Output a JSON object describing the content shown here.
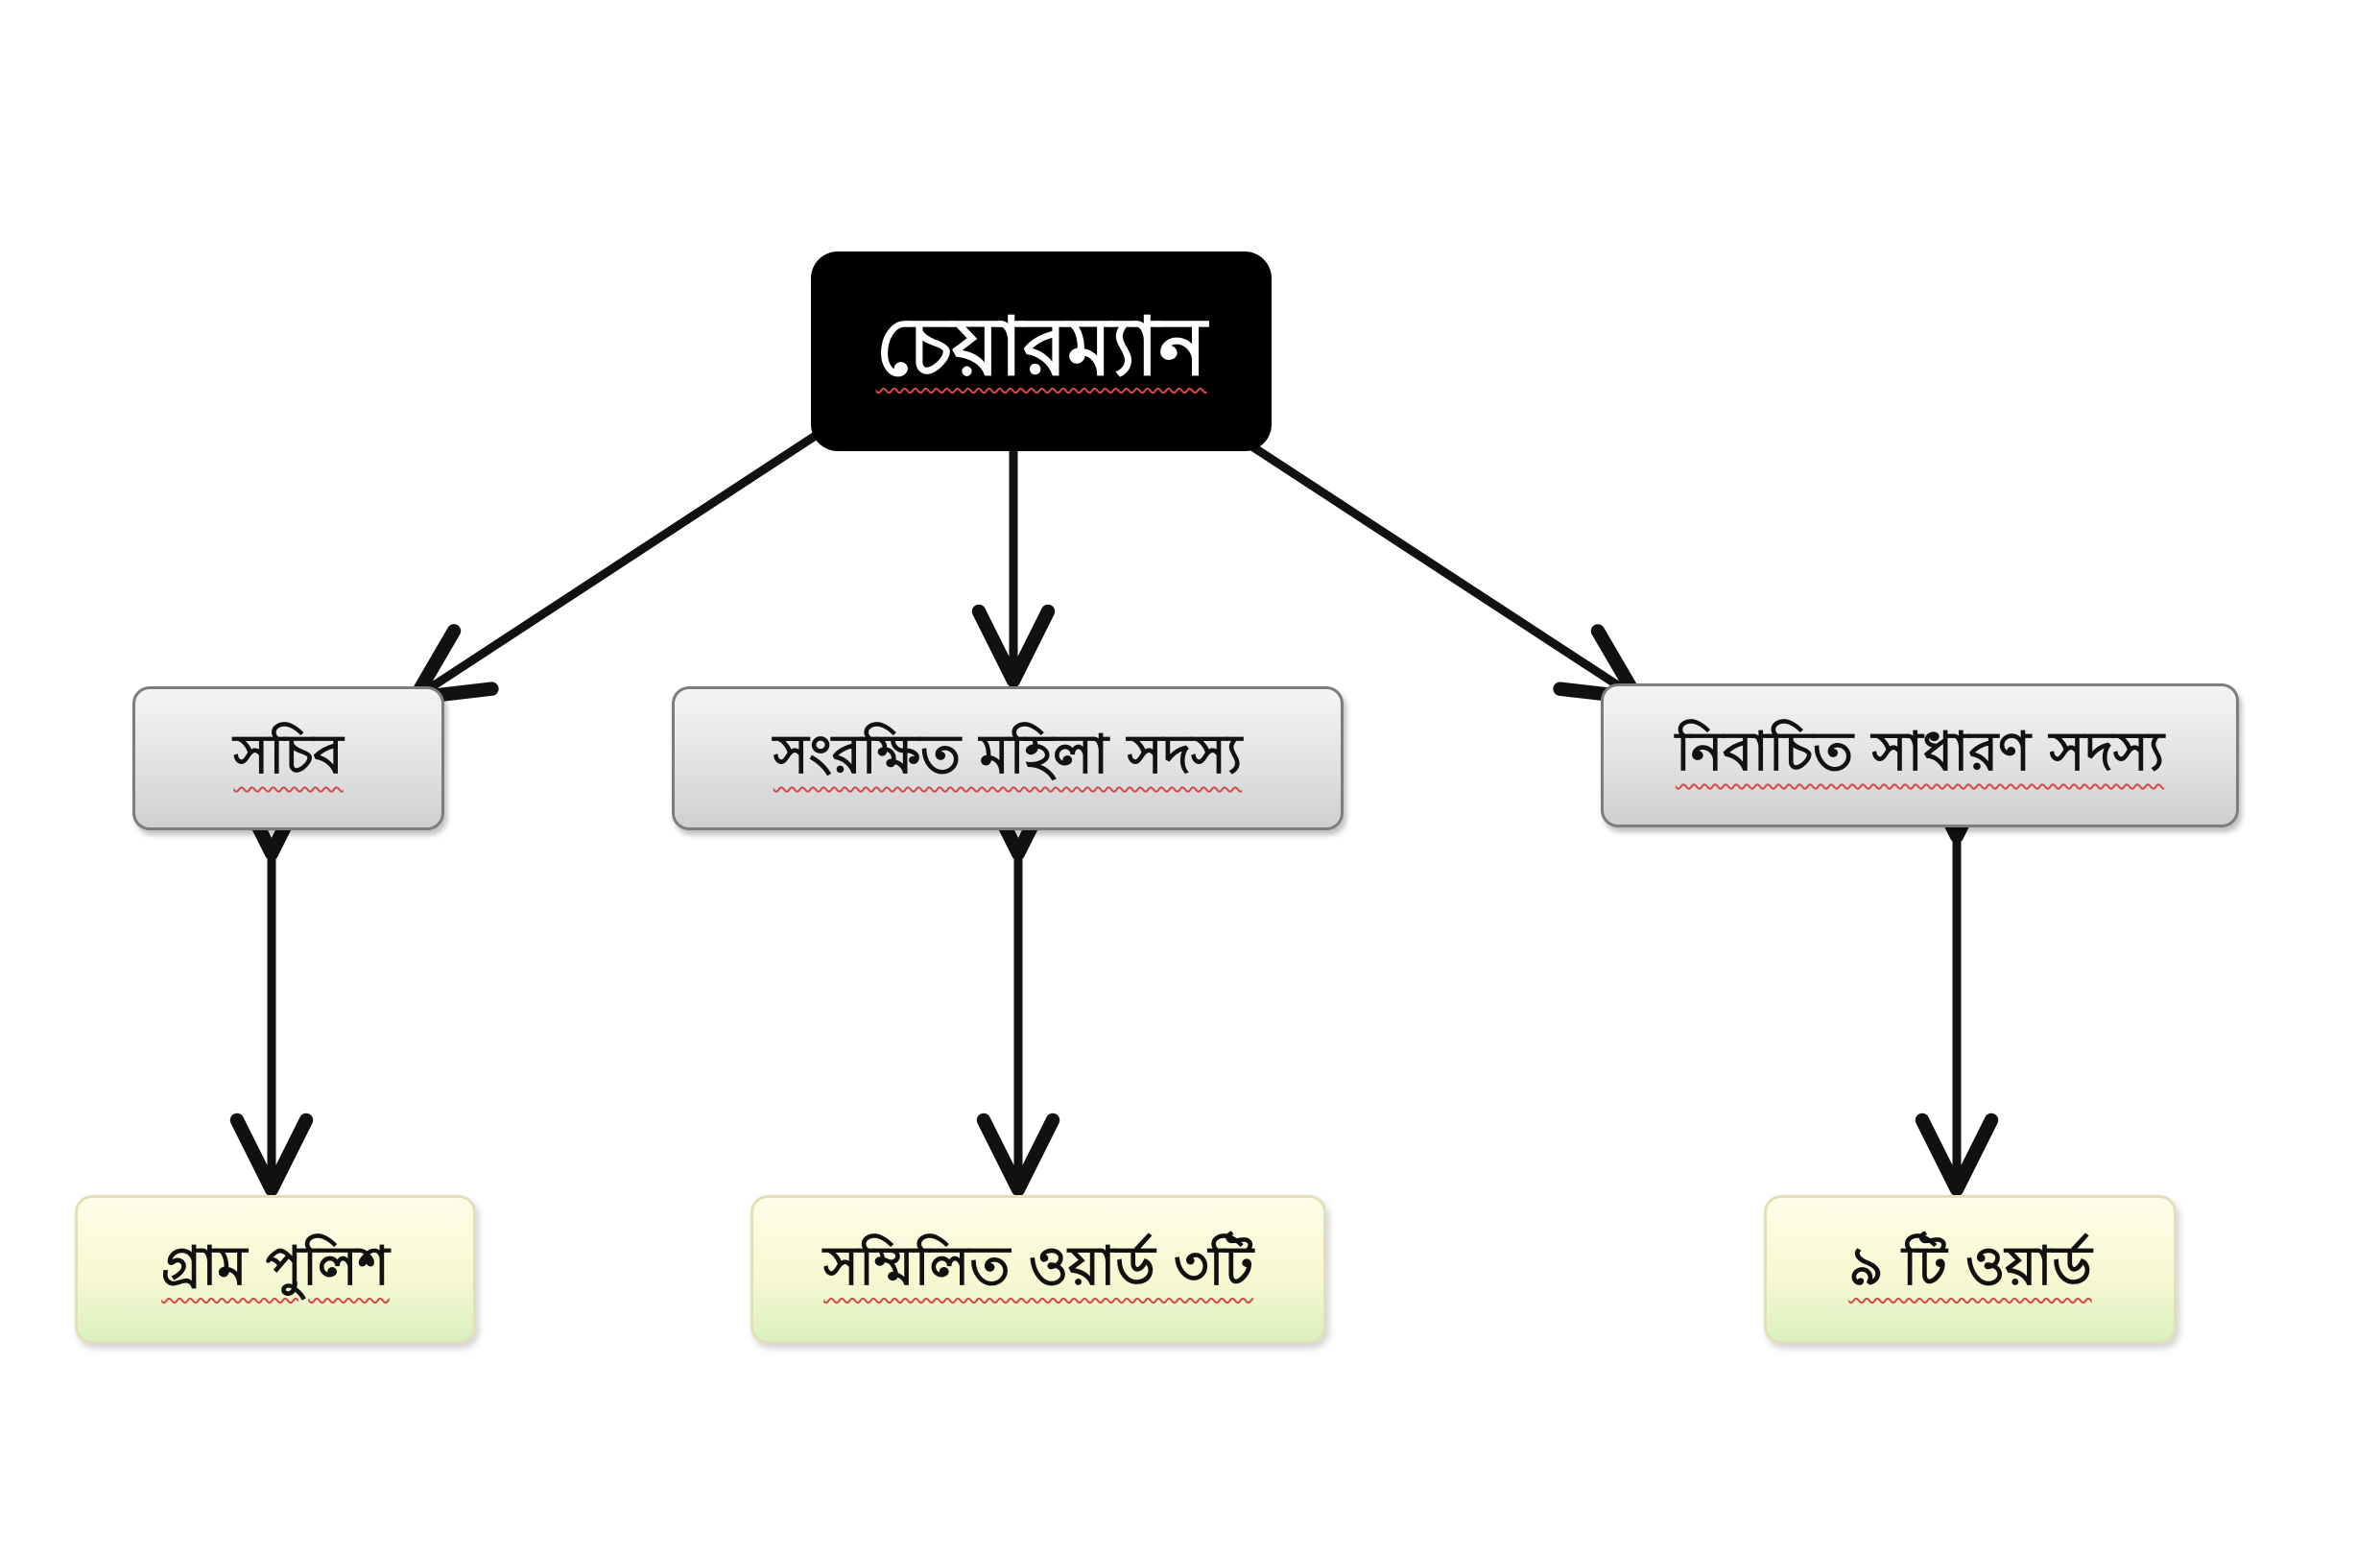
{
  "diagram": {
    "root": {
      "label": "চেয়ারম্যান"
    },
    "level1": {
      "secretary": {
        "label": "সচিব"
      },
      "reserved_women": {
        "label": "সংরক্ষিত মহিলা সদস্য"
      },
      "general_members": {
        "label": "নিবাচিত সাধারণ সদস্য"
      }
    },
    "level2": {
      "village_police": {
        "label": "গ্রাম পুলিশ"
      },
      "combined_wards": {
        "label": "সম্মিলিত ওয়ার্ড ৩টি"
      },
      "nine_wards": {
        "label": "৯ টি ওয়ার্ড"
      }
    },
    "colors": {
      "root_fill": "#000000",
      "root_text": "#ffffff",
      "mid_fill": "#e2e2e2",
      "leaf_fill": "#f9f8d2",
      "arrow": "#111111"
    }
  }
}
